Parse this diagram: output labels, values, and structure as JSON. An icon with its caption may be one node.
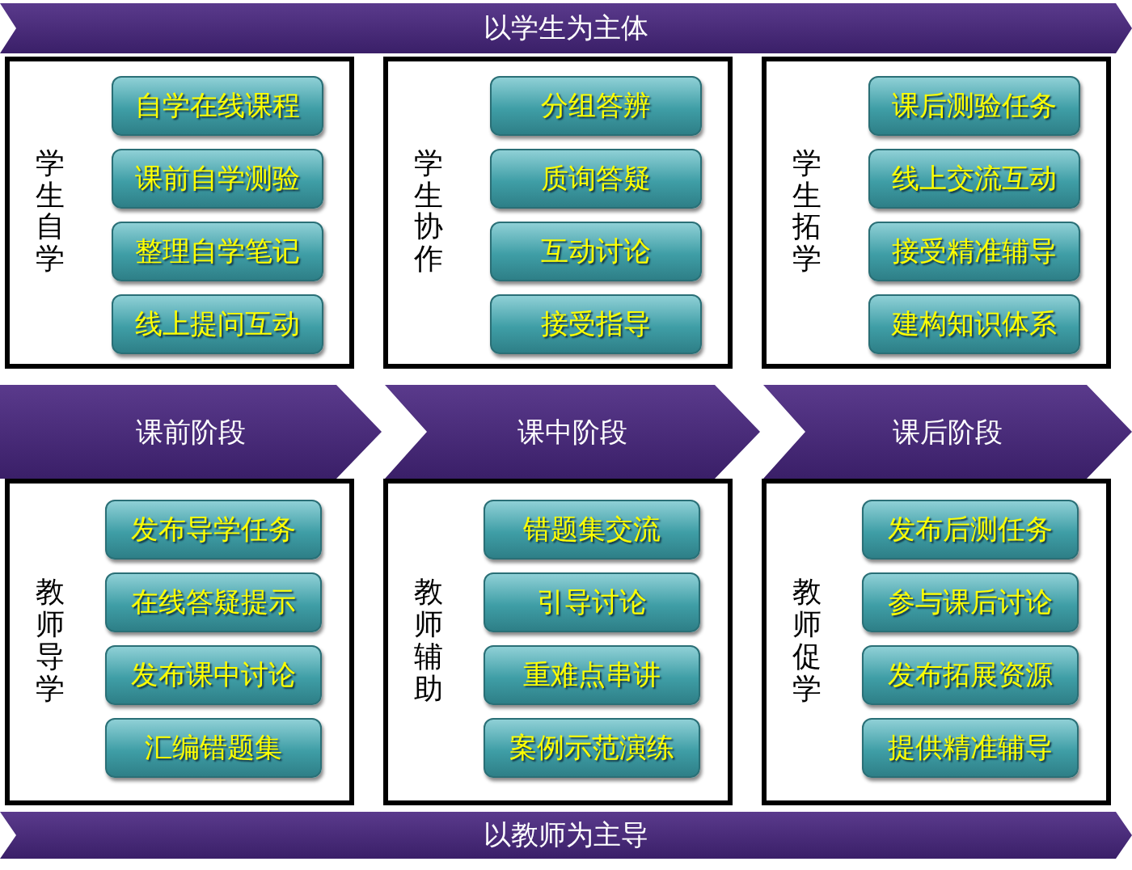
{
  "diagram": {
    "nodes": [
      {
        "text": [
          "以学生为主体"
        ]
      },
      {
        "text": [
          "学生自学"
        ]
      },
      {
        "text": [
          "自学在线课程"
        ],
        "in": 1
      },
      {
        "text": [
          "课前自学测验"
        ],
        "in": 1
      },
      {
        "text": [
          "整理自学笔记"
        ],
        "in": 1
      },
      {
        "text": [
          "线上提问互动"
        ],
        "in": 1
      },
      {
        "text": [
          "学生协作"
        ]
      },
      {
        "text": [
          "分组答辨"
        ],
        "in": 6
      },
      {
        "text": [
          "质询答疑"
        ],
        "in": 6
      },
      {
        "text": [
          "互动讨论"
        ],
        "in": 6
      },
      {
        "text": [
          "接受指导"
        ],
        "in": 6
      },
      {
        "text": [
          "学生拓学"
        ]
      },
      {
        "text": [
          "课后测验任务"
        ],
        "in": 11
      },
      {
        "text": [
          "线上交流互动"
        ],
        "in": 11
      },
      {
        "text": [
          "接受精准辅导"
        ],
        "in": 11
      },
      {
        "text": [
          "建构知识体系"
        ],
        "in": 11
      },
      {
        "text": [
          "课前阶段"
        ]
      },
      {
        "text": [
          "课中阶段"
        ]
      },
      {
        "text": [
          "课后阶段"
        ]
      },
      {
        "text": [
          "教师导学"
        ]
      },
      {
        "text": [
          "发布导学任务"
        ],
        "in": 19
      },
      {
        "text": [
          "在线答疑提示"
        ],
        "in": 19
      },
      {
        "text": [
          "发布课中讨论"
        ],
        "in": 19
      },
      {
        "text": [
          "汇编错题集"
        ],
        "in": 19
      },
      {
        "text": [
          "教师辅助"
        ]
      },
      {
        "text": [
          "错题集交流"
        ],
        "in": 24
      },
      {
        "text": [
          "引导讨论"
        ],
        "in": 24
      },
      {
        "text": [
          "重难点串讲"
        ],
        "in": 24
      },
      {
        "text": [
          "案例示范演练"
        ],
        "in": 24
      },
      {
        "text": [
          "教师促学"
        ]
      },
      {
        "text": [
          "发布后测任务"
        ],
        "in": 29
      },
      {
        "text": [
          "参与课后讨论"
        ],
        "in": 29
      },
      {
        "text": [
          "发布拓展资源"
        ],
        "in": 29
      },
      {
        "text": [
          "提供精准辅导"
        ],
        "in": 29
      },
      {
        "text": [
          "以教师为主导"
        ]
      }
    ],
    "edges": []
  }
}
